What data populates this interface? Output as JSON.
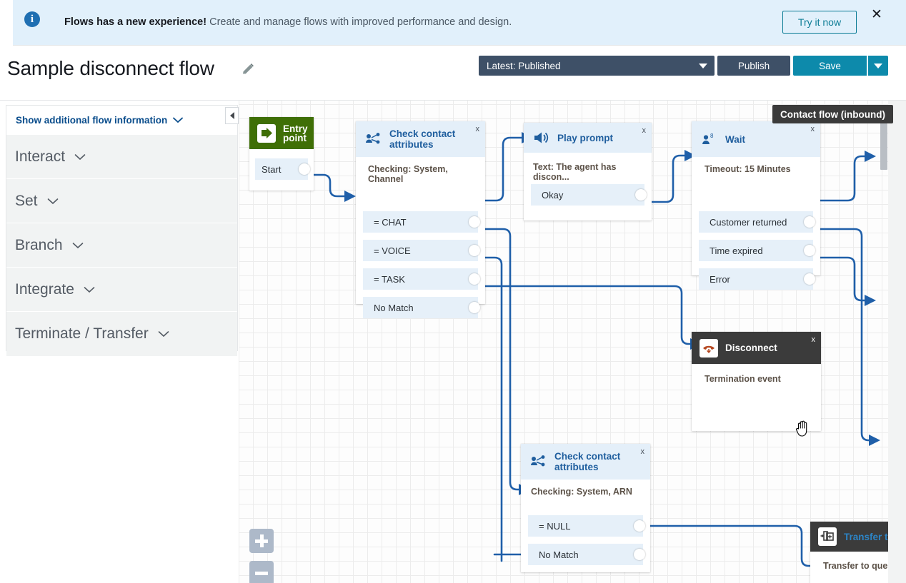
{
  "banner": {
    "icon": "info-icon",
    "headline": "Flows has a new experience!",
    "body": " Create and manage flows with improved performance and design.",
    "cta_label": "Try it now",
    "close_label": "✕"
  },
  "header": {
    "title": "Sample disconnect flow",
    "edit_icon": "pencil-icon",
    "version_select": "Latest: Published",
    "publish_label": "Publish",
    "save_label": "Save",
    "accent_teal": "#0d8aab",
    "accent_navy": "#3e5067"
  },
  "sidebar": {
    "show_info_label": "Show additional flow information",
    "collapse_icon": "chevron-left-icon",
    "groups": [
      {
        "label": "Interact"
      },
      {
        "label": "Set"
      },
      {
        "label": "Branch"
      },
      {
        "label": "Integrate"
      },
      {
        "label": "Terminate / Transfer"
      }
    ]
  },
  "canvas": {
    "tooltip": "Contact flow (inbound)",
    "zoom_in_label": "+",
    "zoom_out_label": "−",
    "cursor": "grab-hand-cursor",
    "nodes": [
      {
        "id": "entry-point",
        "name": "Entry point",
        "header_style": "green",
        "icon": "entry-arrow-icon",
        "subtitle": "",
        "ports": [
          {
            "label": "Start"
          }
        ]
      },
      {
        "id": "check-contact-attributes-1",
        "name": "Check contact attributes",
        "header_style": "blue",
        "icon": "branch-attributes-icon",
        "subtitle": "Checking: System, Channel",
        "close_label": "x",
        "ports": [
          {
            "label": "= CHAT"
          },
          {
            "label": "= VOICE"
          },
          {
            "label": "= TASK"
          },
          {
            "label": "No Match"
          }
        ]
      },
      {
        "id": "play-prompt",
        "name": "Play prompt",
        "header_style": "blue",
        "icon": "speaker-icon",
        "subtitle": "Text: The agent has discon...",
        "close_label": "x",
        "ports": [
          {
            "label": "Okay"
          }
        ]
      },
      {
        "id": "wait",
        "name": "Wait",
        "header_style": "blue",
        "icon": "wait-person-icon",
        "subtitle": "Timeout: 15 Minutes",
        "close_label": "x",
        "ports": [
          {
            "label": "Customer returned"
          },
          {
            "label": "Time expired"
          },
          {
            "label": "Error"
          }
        ]
      },
      {
        "id": "disconnect",
        "name": "Disconnect",
        "header_style": "dark",
        "icon": "phone-hangup-icon",
        "subtitle": "Termination event",
        "close_label": "x",
        "ports": []
      },
      {
        "id": "check-contact-attributes-2",
        "name": "Check contact attributes",
        "header_style": "blue",
        "icon": "branch-attributes-icon",
        "subtitle": "Checking: System, ARN",
        "close_label": "x",
        "ports": [
          {
            "label": "= NULL"
          },
          {
            "label": "No Match"
          }
        ]
      },
      {
        "id": "transfer-to-queue",
        "name": "Transfer t",
        "header_style": "dark-transfer",
        "icon": "transfer-icon",
        "subtitle": "Transfer to que",
        "ports": []
      }
    ]
  }
}
